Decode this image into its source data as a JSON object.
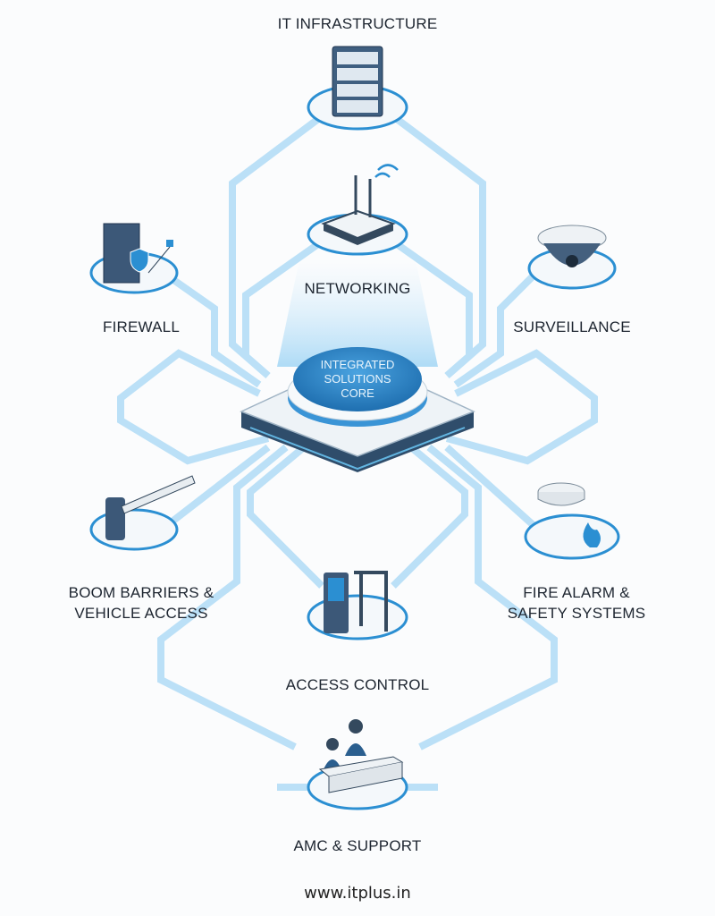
{
  "title": "Integrated Solutions Diagram",
  "core": {
    "lines": [
      "INTEGRATED",
      "SOLUTIONS",
      "CORE"
    ]
  },
  "nodes": {
    "it_infrastructure": {
      "label": "IT INFRASTRUCTURE",
      "icon": "server-rack-icon"
    },
    "networking": {
      "label": "NETWORKING",
      "icon": "wifi-router-icon"
    },
    "firewall": {
      "label": "FIREWALL",
      "icon": "firewall-shield-icon"
    },
    "surveillance": {
      "label": "SURVEILLANCE",
      "icon": "dome-camera-icon"
    },
    "boom_barriers": {
      "label_lines": [
        "BOOM BARRIERS &",
        "VEHICLE ACCESS"
      ],
      "icon": "boom-barrier-icon"
    },
    "fire_alarm": {
      "label_lines": [
        "FIRE ALARM &",
        "SAFETY SYSTEMS"
      ],
      "icon": "smoke-detector-icon"
    },
    "access_control": {
      "label": "ACCESS CONTROL",
      "icon": "turnstile-icon"
    },
    "amc_support": {
      "label": "AMC & SUPPORT",
      "icon": "support-desk-icon"
    }
  },
  "footer": {
    "url": "www.itplus.in"
  },
  "colors": {
    "accent": "#2b8fd2",
    "core": "#2f86c6",
    "text": "#1d2530"
  }
}
